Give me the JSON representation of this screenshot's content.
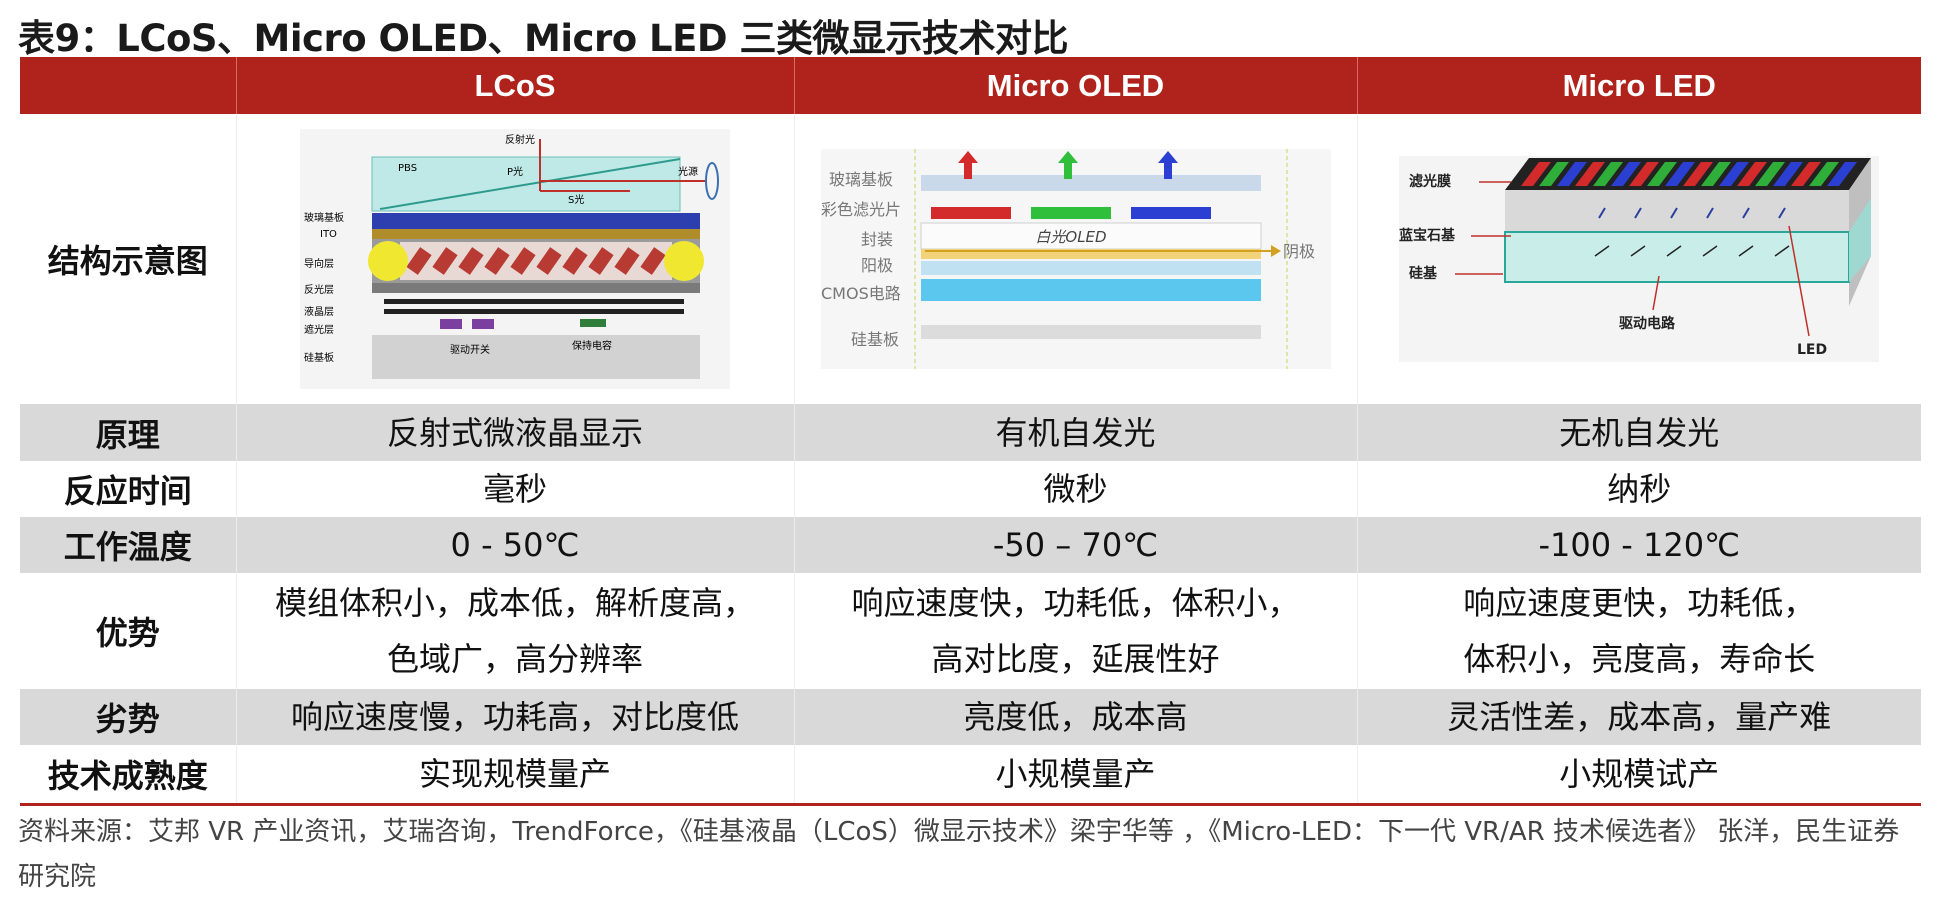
{
  "title": "表9：LCoS、Micro OLED、Micro LED 三类微显示技术对比",
  "columns": [
    "",
    "LCoS",
    "Micro OLED",
    "Micro LED"
  ],
  "diagram_row_label": "结构示意图",
  "lcos_diagram": {
    "labels": [
      "反射光",
      "PBS",
      "P光",
      "S光",
      "光源",
      "玻璃基板",
      "ITO",
      "导向层",
      "反光层",
      "液晶层",
      "遮光层",
      "硅基板",
      "驱动开关",
      "保持电容"
    ]
  },
  "oled_diagram": {
    "labels": [
      "玻璃基板",
      "彩色滤光片",
      "封装",
      "阳极",
      "CMOS电路",
      "硅基板",
      "白光OLED",
      "阴极"
    ]
  },
  "microled_diagram": {
    "labels": [
      "滤光膜",
      "蓝宝石基",
      "硅基",
      "驱动电路",
      "LED"
    ]
  },
  "rows": [
    {
      "label": "原理",
      "cells": [
        "反射式微液晶显示",
        "有机自发光",
        "无机自发光"
      ]
    },
    {
      "label": "反应时间",
      "cells": [
        "毫秒",
        "微秒",
        "纳秒"
      ]
    },
    {
      "label": "工作温度",
      "cells": [
        "0 - 50℃",
        "-50 – 70℃",
        "-100 - 120℃"
      ]
    },
    {
      "label": "优势",
      "cells": [
        "模组体积小，成本低，解析度高，\n色域广，高分辨率",
        "响应速度快，功耗低，体积小，\n高对比度，延展性好",
        "响应速度更快，功耗低，\n体积小，亮度高，寿命长"
      ]
    },
    {
      "label": "劣势",
      "cells": [
        "响应速度慢，功耗高，对比度低",
        "亮度低，成本高",
        "灵活性差，成本高，量产难"
      ]
    },
    {
      "label": "技术成熟度",
      "cells": [
        "实现规模量产",
        "小规模量产",
        "小规模试产"
      ]
    }
  ],
  "source": "资料来源：艾邦 VR 产业资讯，艾瑞咨询，TrendForce，《硅基液晶（LCoS）微显示技术》梁宇华等 ，《Micro-LED：下一代 VR/AR 技术候选者》 张洋，民生证券研究院",
  "colors": {
    "header_bg": "#b0231c",
    "row_grey": "#d9d9d9"
  }
}
